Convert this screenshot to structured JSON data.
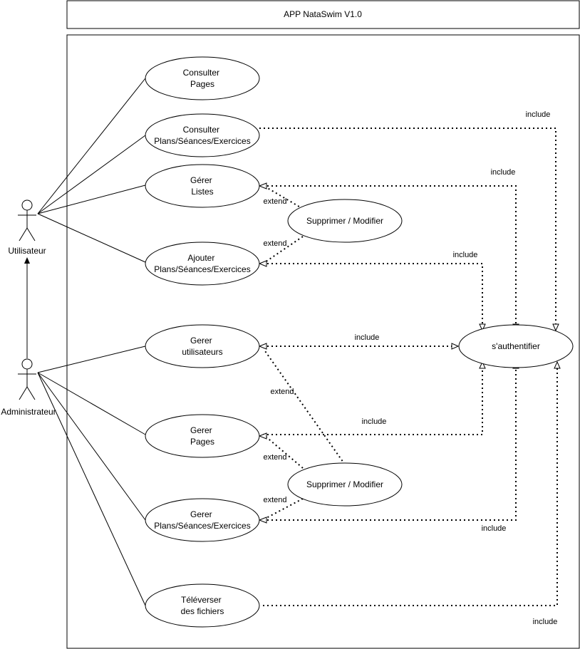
{
  "title": "APP NataSwim V1.0",
  "actors": {
    "user": "Utilisateur",
    "admin": "Administrateur"
  },
  "use_cases": {
    "consulter_pages": [
      "Consulter",
      "Pages"
    ],
    "consulter_plans": [
      "Consulter",
      "Plans/Séances/Exercices"
    ],
    "gerer_listes": [
      "Gérer",
      "Listes"
    ],
    "supprimer_modifier_1": [
      "Supprimer / Modifier"
    ],
    "ajouter_plans": [
      "Ajouter",
      "Plans/Séances/Exercices"
    ],
    "gerer_utilisateurs": [
      "Gerer",
      "utilisateurs"
    ],
    "authentifier": [
      "s'authentifier"
    ],
    "gerer_pages": [
      "Gerer",
      "Pages"
    ],
    "supprimer_modifier_2": [
      "Supprimer / Modifier"
    ],
    "gerer_plans": [
      "Gerer",
      "Plans/Séances/Exercices"
    ],
    "televerser": [
      "Téléverser",
      "des fichiers"
    ]
  },
  "relations": {
    "include": "include",
    "extend": "extend"
  }
}
